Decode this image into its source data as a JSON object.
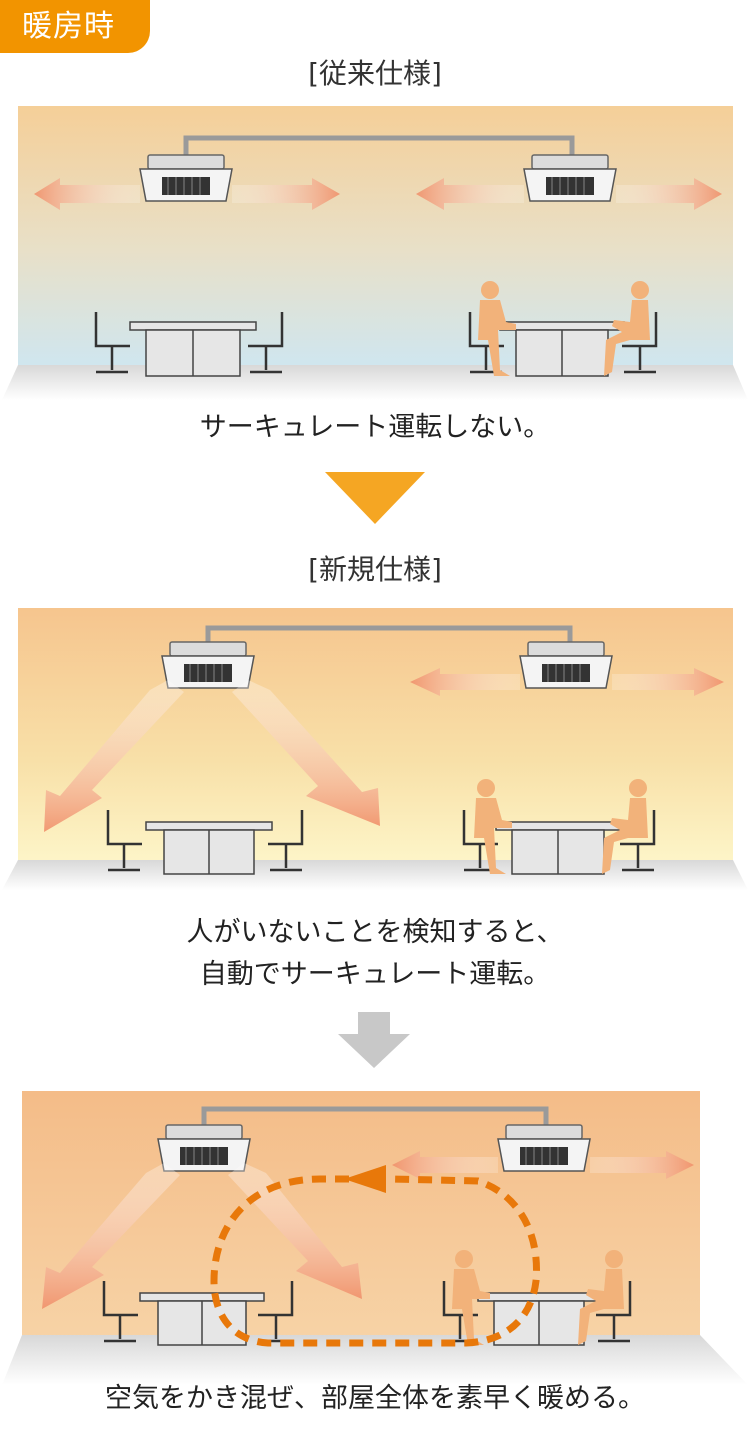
{
  "badge": {
    "label": "暖房時"
  },
  "sections": [
    {
      "heading": "[従来仕様]",
      "caption_lines": [
        "サーキュレート運転しない。"
      ]
    },
    {
      "heading": "[新規仕様]",
      "caption_lines": [
        "人がいないことを検知すると、",
        "自動でサーキュレート運転。"
      ]
    },
    {
      "heading": "",
      "caption_lines": [
        "空気をかき混ぜ、部屋全体を素早く暖める。"
      ]
    }
  ],
  "colors": {
    "badge": "#f29400",
    "arrow_orange": "#f5a623",
    "arrow_gray": "#c8c8c8",
    "circulation": "#e8780a",
    "person": "#f2b27a"
  },
  "icons": [
    "air-conditioner-icon",
    "airflow-arrow-icon",
    "chair-icon",
    "table-icon",
    "person-icon",
    "down-arrow-icon",
    "circulation-arrow-icon"
  ]
}
